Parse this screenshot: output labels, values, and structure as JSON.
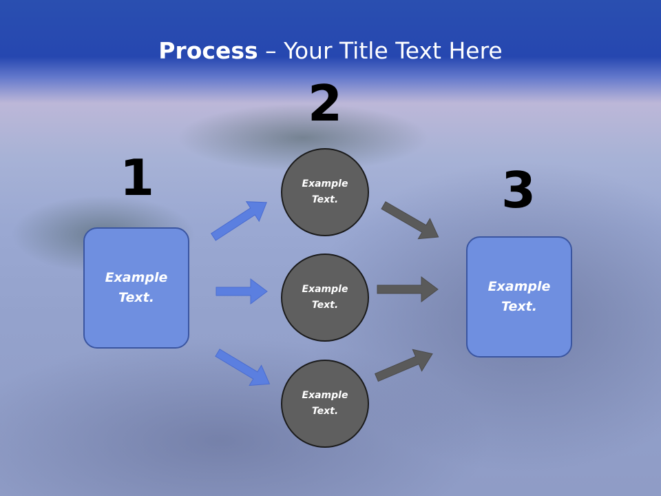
{
  "title": {
    "bold": "Process",
    "rest": " – Your Title Text Here"
  },
  "steps": [
    {
      "number": "1",
      "label": "Example Text."
    },
    {
      "number": "2",
      "label": ""
    },
    {
      "number": "3",
      "label": "Example Text."
    }
  ],
  "circles": [
    {
      "label": "Example Text."
    },
    {
      "label": "Example Text."
    },
    {
      "label": "Example Text."
    }
  ],
  "colors": {
    "header": "#2647b0",
    "box_fill": "#6f8fe0",
    "circle_fill": "#5f5f5f",
    "arrow_in": "#5b7fe0",
    "arrow_out": "#5a5a5a"
  }
}
